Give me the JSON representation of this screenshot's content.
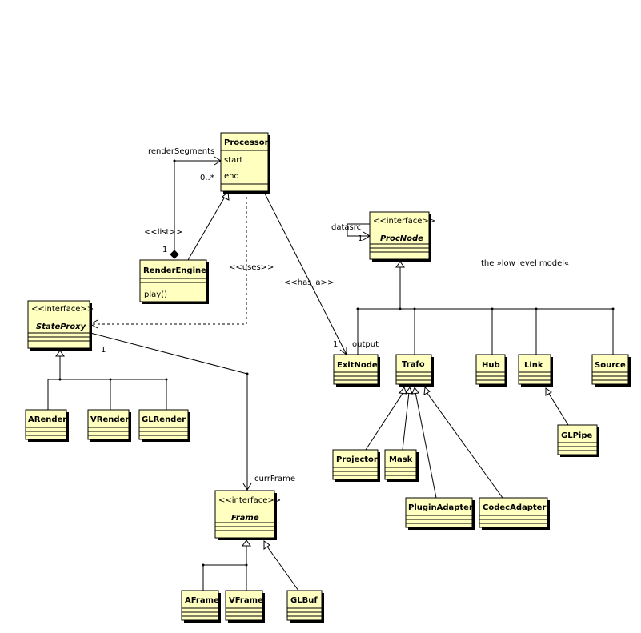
{
  "classes": {
    "processor": {
      "name": "Processor",
      "attrs": [
        "start",
        "end"
      ]
    },
    "render_engine": {
      "name": "RenderEngine",
      "ops": [
        "play()"
      ]
    },
    "state_proxy": {
      "stereotype": "<<interface>>",
      "name": "StateProxy"
    },
    "proc_node": {
      "stereotype": "<<interface>>",
      "name": "ProcNode"
    },
    "frame": {
      "stereotype": "<<interface>>",
      "name": "Frame"
    },
    "arender": {
      "name": "ARender"
    },
    "vrender": {
      "name": "VRender"
    },
    "glrender": {
      "name": "GLRender"
    },
    "exitnode": {
      "name": "ExitNode"
    },
    "trafo": {
      "name": "Trafo"
    },
    "hub": {
      "name": "Hub"
    },
    "link": {
      "name": "Link"
    },
    "source": {
      "name": "Source"
    },
    "glpipe": {
      "name": "GLPipe"
    },
    "projector": {
      "name": "Projector"
    },
    "mask": {
      "name": "Mask"
    },
    "plugin_adapter": {
      "name": "PluginAdapter"
    },
    "codec_adapter": {
      "name": "CodecAdapter"
    },
    "aframe": {
      "name": "AFrame"
    },
    "vframe": {
      "name": "VFrame"
    },
    "glbuf": {
      "name": "GLBuf"
    }
  },
  "labels": {
    "render_segments": "renderSegments",
    "mult_0_many": "0..*",
    "list": "<<list>>",
    "one_engine": "1",
    "uses": "<<uses>>",
    "has_a": "<<has_a>>",
    "datasrc": "datasrc",
    "one_datasrc": "1",
    "low_level": "the »low level model«",
    "one_exit": "1",
    "output": "output",
    "one_proxy": "1",
    "curr_frame": "currFrame"
  }
}
